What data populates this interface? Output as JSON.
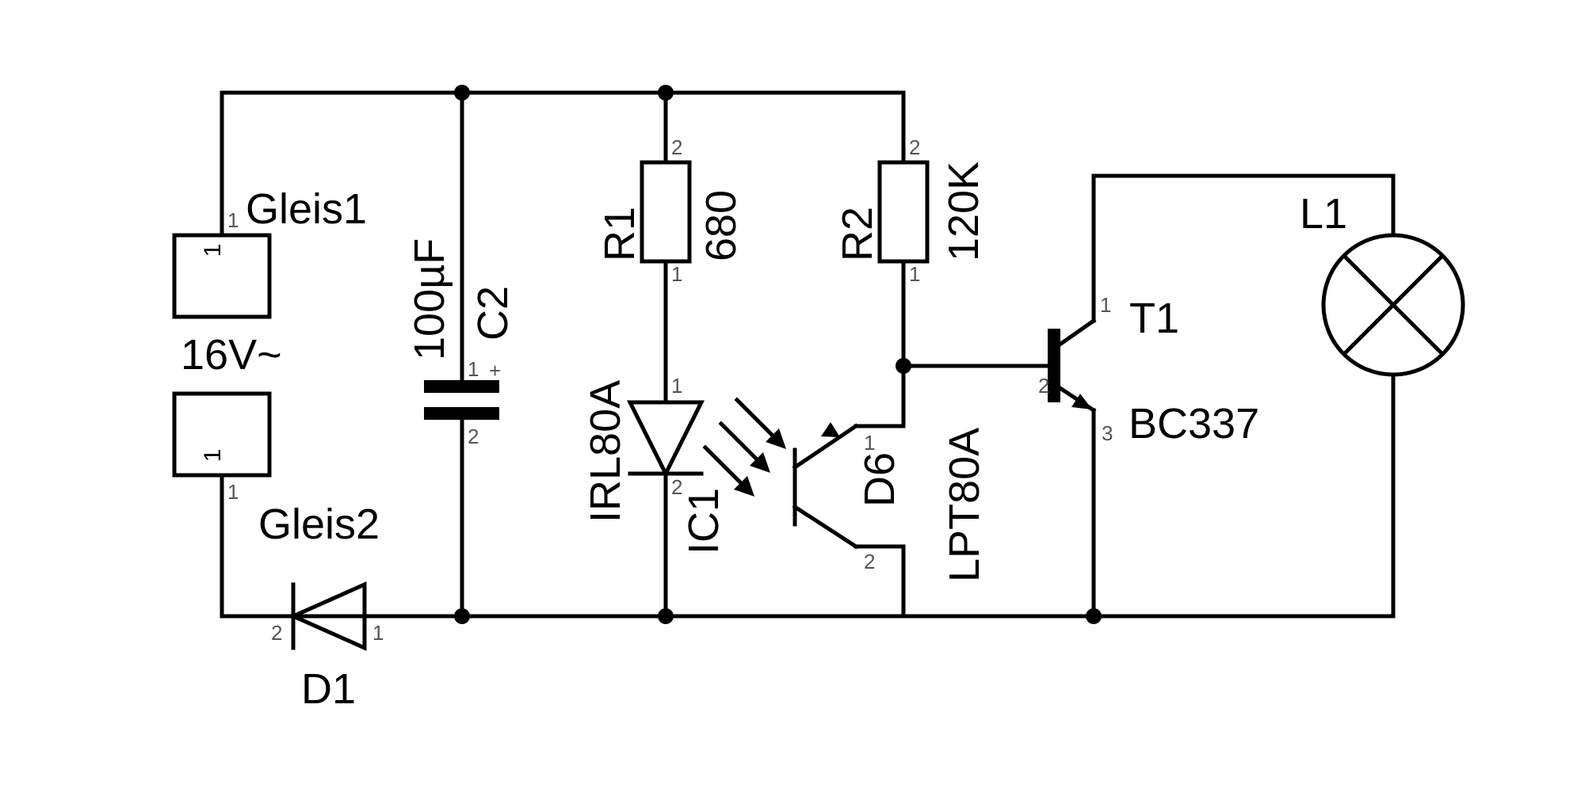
{
  "components": {
    "gleis1": {
      "name": "Gleis1",
      "pin": "1",
      "symbol": "1"
    },
    "gleis2": {
      "name": "Gleis2",
      "pin": "1",
      "symbol": "1"
    },
    "supply": {
      "label": "16V~"
    },
    "d1": {
      "name": "D1",
      "pin_left": "2",
      "pin_right": "1"
    },
    "c2": {
      "name": "C2",
      "value": "100µF",
      "pin_top": "1",
      "plus": "+",
      "pin_bottom": "2"
    },
    "r1": {
      "name": "R1",
      "value": "680",
      "pin_top": "2",
      "pin_bottom": "1"
    },
    "r2": {
      "name": "R2",
      "value": "120K",
      "pin_top": "2",
      "pin_bottom": "1"
    },
    "ic1": {
      "name": "IC1",
      "type": "IRL80A",
      "pin_top": "1",
      "pin_bottom": "2"
    },
    "d6": {
      "name": "D6",
      "type": "LPT80A",
      "pin_collector": "1",
      "pin_emitter": "2"
    },
    "t1": {
      "name": "T1",
      "type": "BC337",
      "pin_collector": "1",
      "pin_base": "2",
      "pin_emitter": "3"
    },
    "l1": {
      "name": "L1"
    }
  }
}
